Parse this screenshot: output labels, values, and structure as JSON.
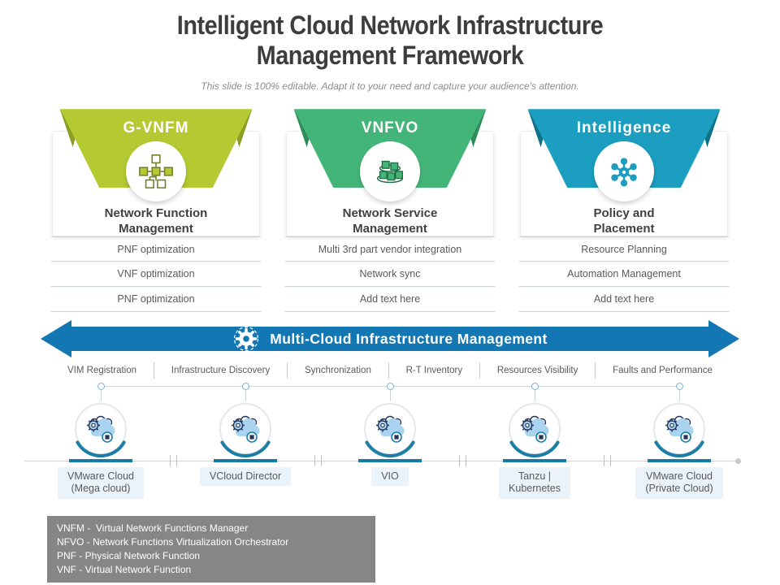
{
  "title": "Intelligent Cloud Network Infrastructure\nManagement Framework",
  "subtitle": "This slide is 100% editable. Adapt it to your need and capture your audience's attention.",
  "columns": [
    {
      "header": "G-VNFM",
      "color": "#b5ca32",
      "fold_color": "#8a9d26",
      "icon": "network-flowchart-icon",
      "subtitle": "Network Function\nManagement",
      "items": [
        "PNF optimization",
        "VNF optimization",
        "PNF optimization"
      ]
    },
    {
      "header": "VNFVO",
      "color": "#44b578",
      "fold_color": "#2f8d5a",
      "icon": "stacked-cubes-icon",
      "subtitle": "Network Service\nManagement",
      "items": [
        "Multi 3rd part vendor integration",
        "Network sync",
        "Add text here"
      ]
    },
    {
      "header": "Intelligence",
      "color": "#1b9ec0",
      "fold_color": "#0f7288",
      "icon": "hub-network-icon",
      "subtitle": "Policy and\nPlacement",
      "items": [
        "Resource Planning",
        "Automation Management",
        "Add text here"
      ]
    }
  ],
  "banner": {
    "label": "Multi-Cloud Infrastructure Management",
    "color": "#1377b4",
    "icon": "gear-sync-icon"
  },
  "functions_row": {
    "labels": [
      "VIM Registration",
      "Infrastructure Discovery",
      "Synchronization",
      "R-T Inventory",
      "Resources Visibility",
      "Faults and Performance"
    ]
  },
  "clouds": {
    "accent_color": "#1b7ea7",
    "items": [
      {
        "label": "VMware Cloud\n(Mega cloud)"
      },
      {
        "label": "VCloud Director"
      },
      {
        "label": "VIO"
      },
      {
        "label": "Tanzu |\nKubernetes"
      },
      {
        "label": "VMware Cloud\n(Private Cloud)"
      }
    ]
  },
  "legend": {
    "bg_color": "#868686",
    "lines": [
      "VNFM -  Virtual Network Functions Manager",
      "NFVO - Network Functions Virtualization Orchestrator",
      "PNF - Physical Network Function",
      "VNF - Virtual Network Function"
    ]
  }
}
